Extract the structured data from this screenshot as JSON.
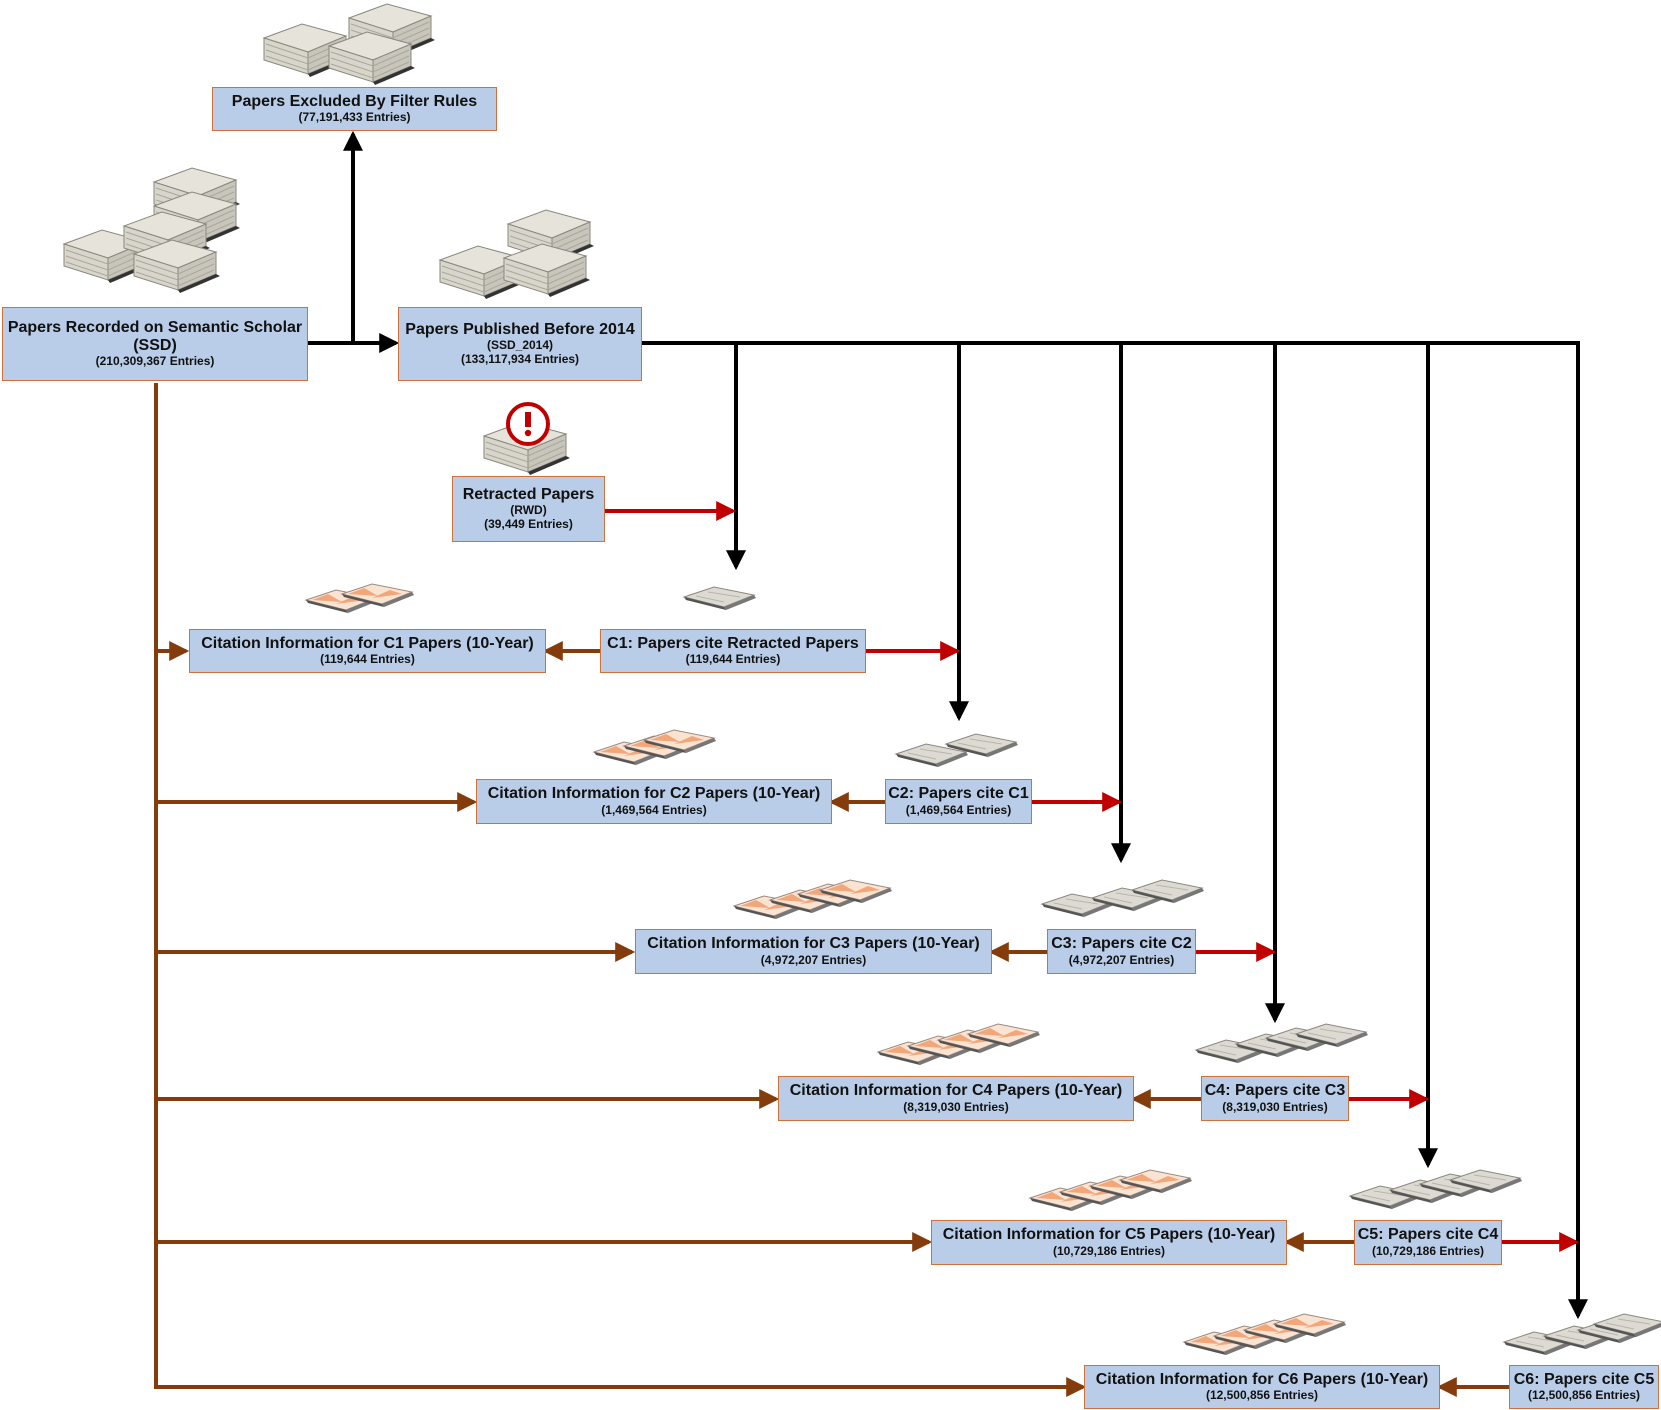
{
  "colors": {
    "box_fill": "#b9cde8",
    "box_border": "#d2703a",
    "black_arrow": "#000000",
    "red_arrow": "#c00000",
    "brown_arrow": "#843c0c"
  },
  "icons": {
    "paper_stack": "paper-stack-icon",
    "citation_sheets": "citation-sheets-icon",
    "retraction_warning": "exclamation-icon"
  },
  "nodes": {
    "excluded": {
      "title": "Papers Excluded By Filter Rules",
      "count": "(77,191,433 Entries)"
    },
    "ssd": {
      "title": "Papers Recorded on Semantic Scholar",
      "abbr": "(SSD)",
      "count": "(210,309,367 Entries)"
    },
    "ssd2014": {
      "title": "Papers Published Before 2014",
      "abbr": "(SSD_2014)",
      "count": "(133,117,934 Entries)"
    },
    "retracted": {
      "title": "Retracted Papers",
      "abbr": "(RWD)",
      "count": "(39,449 Entries)"
    },
    "c1": {
      "title": "C1: Papers cite Retracted Papers",
      "count": "(119,644 Entries)"
    },
    "c2": {
      "title": "C2: Papers cite C1",
      "count": "(1,469,564 Entries)"
    },
    "c3": {
      "title": "C3: Papers cite C2",
      "count": "(4,972,207 Entries)"
    },
    "c4": {
      "title": "C4: Papers cite C3",
      "count": "(8,319,030 Entries)"
    },
    "c5": {
      "title": "C5: Papers cite C4",
      "count": "(10,729,186 Entries)"
    },
    "c6": {
      "title": "C6: Papers cite C5",
      "count": "(12,500,856 Entries)"
    },
    "cit1": {
      "title": "Citation Information for C1 Papers (10-Year)",
      "count": "(119,644 Entries)"
    },
    "cit2": {
      "title": "Citation Information for C2 Papers (10-Year)",
      "count": "(1,469,564 Entries)"
    },
    "cit3": {
      "title": "Citation Information for C3 Papers (10-Year)",
      "count": "(4,972,207 Entries)"
    },
    "cit4": {
      "title": "Citation Information for C4 Papers (10-Year)",
      "count": "(8,319,030 Entries)"
    },
    "cit5": {
      "title": "Citation Information for C5 Papers (10-Year)",
      "count": "(10,729,186 Entries)"
    },
    "cit6": {
      "title": "Citation Information for C6 Papers (10-Year)",
      "count": "(12,500,856 Entries)"
    }
  }
}
